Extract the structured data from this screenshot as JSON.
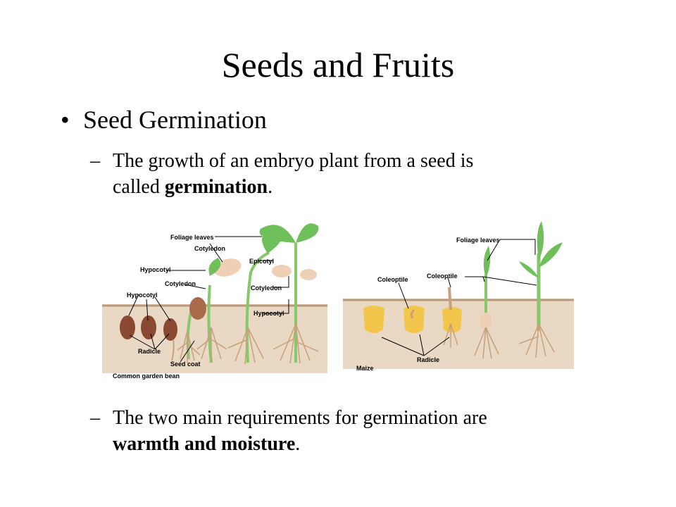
{
  "slide": {
    "title": "Seeds and Fruits",
    "bullet": {
      "marker": "•",
      "text": "Seed Germination"
    },
    "sub1": {
      "dash": "–",
      "line1": "The growth of an embryo plant from a seed is",
      "line2_pre": "called ",
      "line2_bold": "germination",
      "line2_post": "."
    },
    "sub2": {
      "dash": "–",
      "line1": "The two main requirements for germination are",
      "line2_bold": "warmth and moisture",
      "line2_post": "."
    }
  },
  "figure": {
    "bean": {
      "caption": "Common garden bean",
      "labels": {
        "foliage_leaves": "Foliage leaves",
        "cotyledon_top": "Cotyledon",
        "epicotyl": "Epicotyl",
        "hypocotyl_1": "Hypocotyl",
        "cotyledon_mid": "Cotyledon",
        "hypocotyl_2": "Hypocotyl",
        "cotyledon_right": "Cotyledon",
        "hypocotyl_right": "Hypocotyl",
        "radicle": "Radicle",
        "seed_coat": "Seed coat"
      }
    },
    "maize": {
      "caption": "Maize",
      "labels": {
        "foliage_leaves": "Foliage leaves",
        "coleoptile_1": "Coleoptile",
        "coleoptile_2": "Coleoptile",
        "radicle": "Radicle"
      }
    },
    "colors": {
      "soil": "#e8d8c4",
      "soil_line": "#b89a7a",
      "leaf": "#6fbf5a",
      "stem": "#86c96a",
      "seed_bean": "#8a4a32",
      "cotyledon": "#efd0b4",
      "maize_kernel": "#f2c64a",
      "root": "#c9a07c"
    }
  }
}
